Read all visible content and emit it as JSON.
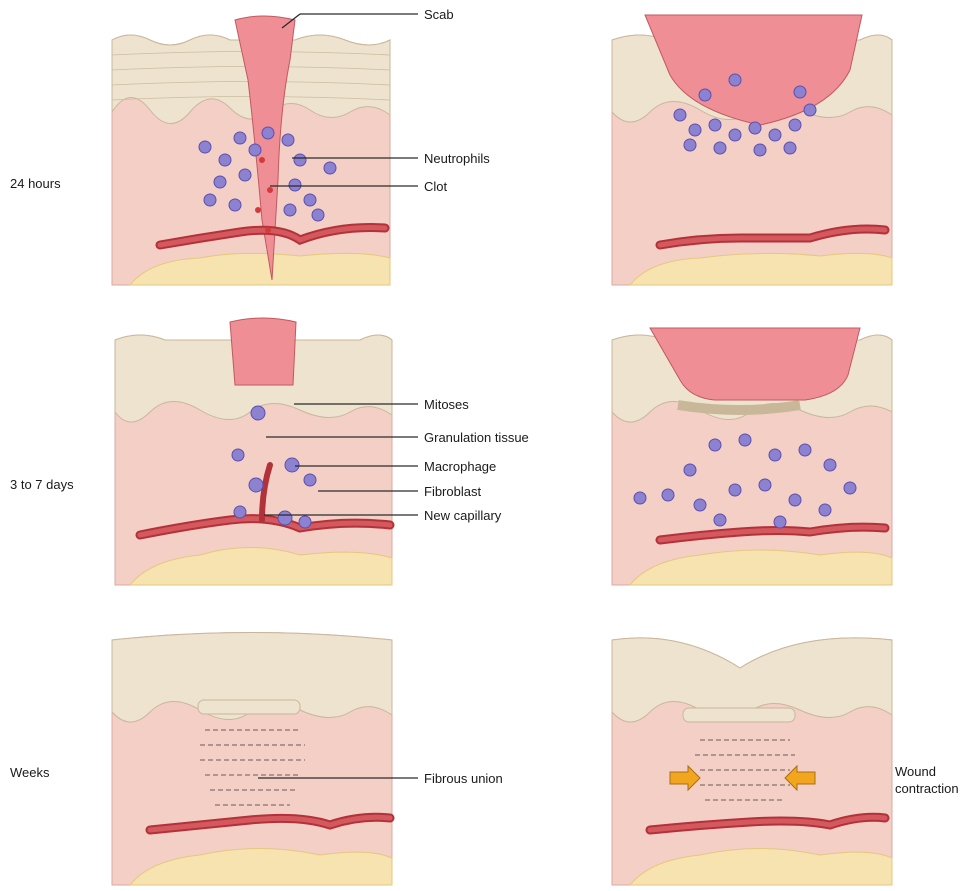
{
  "rows": [
    {
      "label": "24 hours"
    },
    {
      "label": "3 to 7 days"
    },
    {
      "label": "Weeks"
    }
  ],
  "labels": {
    "scab": "Scab",
    "neutrophils": "Neutrophils",
    "clot": "Clot",
    "mitoses": "Mitoses",
    "granulation": "Granulation tissue",
    "macrophage": "Macrophage",
    "fibroblast": "Fibroblast",
    "new_capillary": "New capillary",
    "fibrous_union": "Fibrous union",
    "wound_contraction": [
      "Wound",
      "contraction"
    ]
  },
  "colors": {
    "epidermis": "#ede3cf",
    "epidermis_line": "#c9b79a",
    "dermis": "#f4cfc6",
    "fat": "#f7e3b0",
    "fat_line": "#e6c77e",
    "scab": "#ef8f95",
    "vessel": "#b2323a",
    "rbc": "#d43a3a",
    "cell": "#8d82cf",
    "cell_nucleus": "#5a4fb0",
    "arrow": "#f2a51f"
  }
}
